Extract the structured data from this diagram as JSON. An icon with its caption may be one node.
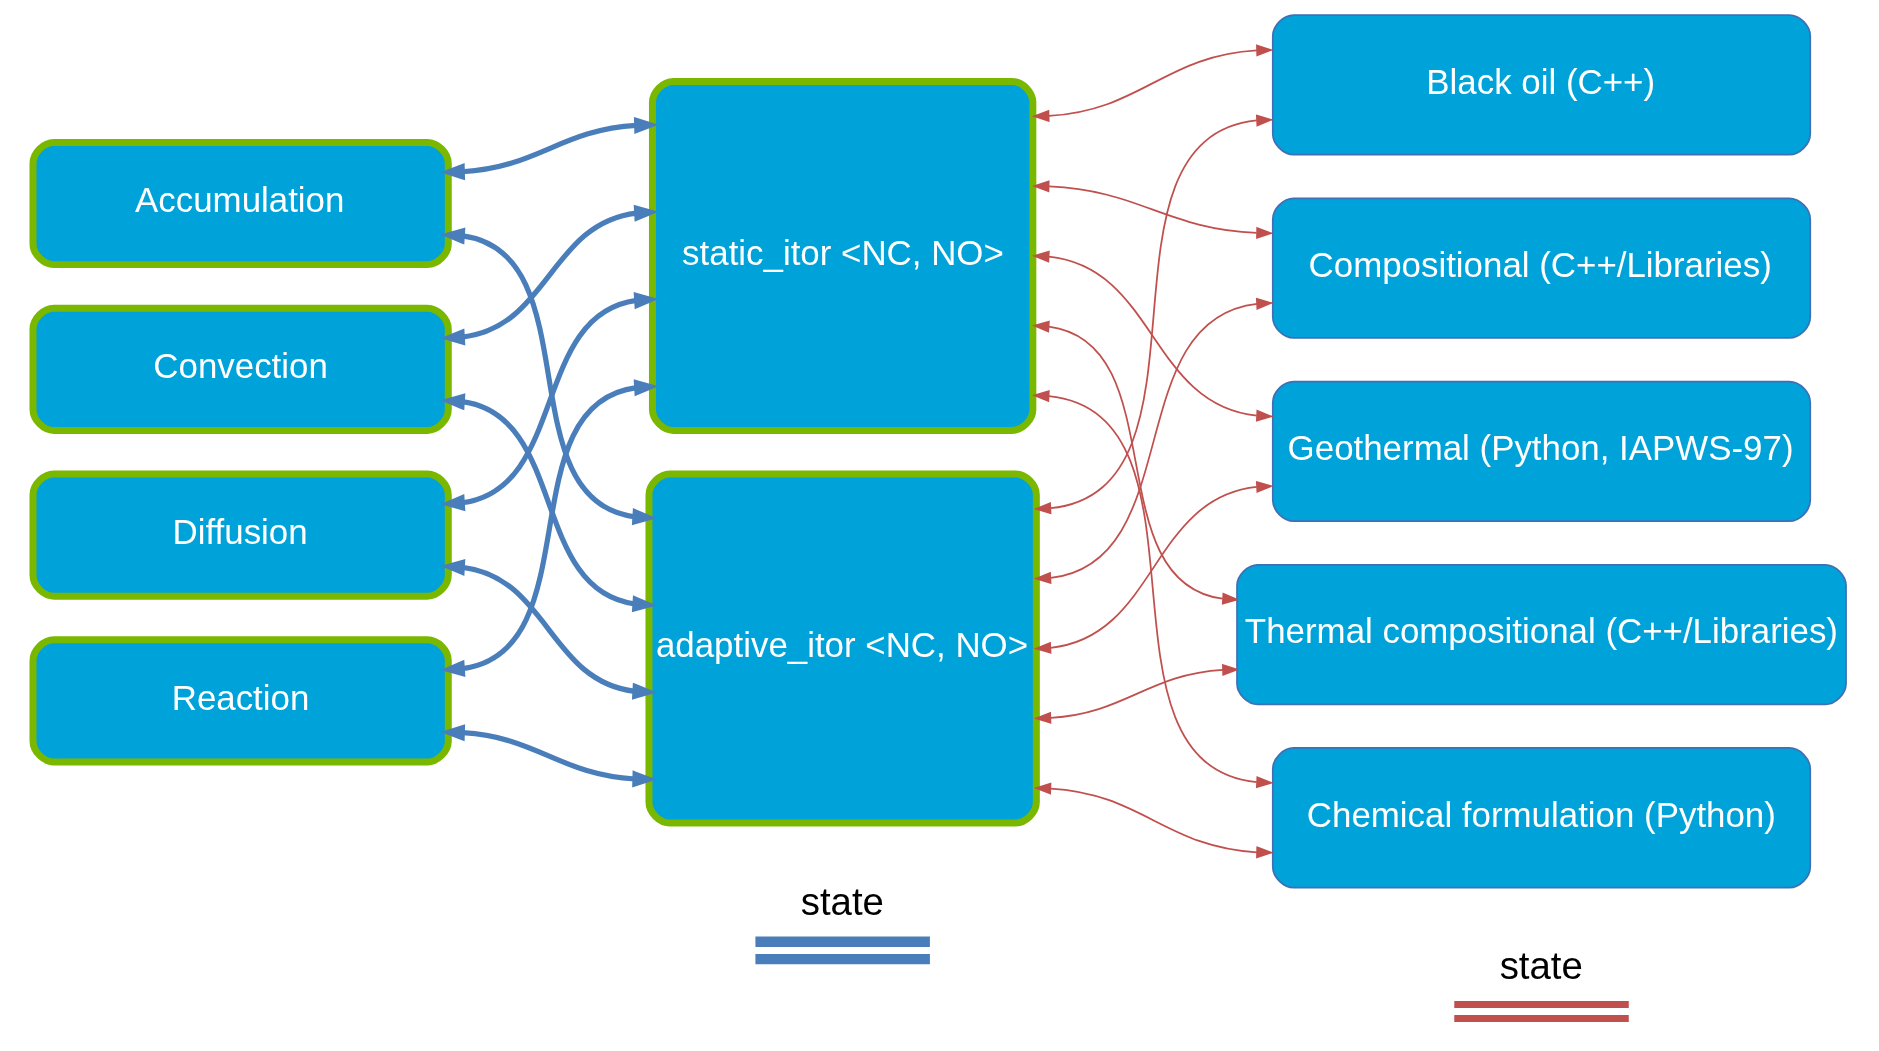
{
  "diagram": {
    "nodes": [
      {
        "text": [
          "Accumulation"
        ]
      },
      {
        "text": [
          "Convection"
        ]
      },
      {
        "text": [
          "Diffusion"
        ]
      },
      {
        "text": [
          "Reaction"
        ]
      },
      {
        "text": [
          "static_itor <NC, NO>"
        ]
      },
      {
        "text": [
          "adaptive_itor <NC, NO>"
        ]
      },
      {
        "text": [
          "Black oil (C++)"
        ]
      },
      {
        "text": [
          "Compositional (C++/Libraries)"
        ]
      },
      {
        "text": [
          "Geothermal (Python, IAPWS-97)"
        ]
      },
      {
        "text": [
          "Thermal compositional (C++/Libraries)"
        ]
      },
      {
        "text": [
          "Chemical formulation (Python)"
        ]
      }
    ],
    "edges": [
      {
        "from": 0,
        "to": 4,
        "arrow": "both",
        "style": "thick",
        "color": "#4a7ebb"
      },
      {
        "from": 1,
        "to": 4,
        "arrow": "both",
        "style": "thick",
        "color": "#4a7ebb"
      },
      {
        "from": 2,
        "to": 4,
        "arrow": "both",
        "style": "thick",
        "color": "#4a7ebb"
      },
      {
        "from": 3,
        "to": 4,
        "arrow": "both",
        "style": "thick",
        "color": "#4a7ebb"
      },
      {
        "from": 0,
        "to": 5,
        "arrow": "both",
        "style": "thick",
        "color": "#4a7ebb"
      },
      {
        "from": 1,
        "to": 5,
        "arrow": "both",
        "style": "thick",
        "color": "#4a7ebb"
      },
      {
        "from": 2,
        "to": 5,
        "arrow": "both",
        "style": "thick",
        "color": "#4a7ebb"
      },
      {
        "from": 3,
        "to": 5,
        "arrow": "both",
        "style": "thick",
        "color": "#4a7ebb"
      },
      {
        "from": 4,
        "to": 6,
        "arrow": "both",
        "color": "#c0504d"
      },
      {
        "from": 4,
        "to": 7,
        "arrow": "both",
        "color": "#c0504d"
      },
      {
        "from": 4,
        "to": 8,
        "arrow": "both",
        "color": "#c0504d"
      },
      {
        "from": 4,
        "to": 9,
        "arrow": "both",
        "color": "#c0504d"
      },
      {
        "from": 4,
        "to": 10,
        "arrow": "both",
        "color": "#c0504d"
      },
      {
        "from": 5,
        "to": 6,
        "arrow": "both",
        "color": "#c0504d"
      },
      {
        "from": 5,
        "to": 7,
        "arrow": "both",
        "color": "#c0504d"
      },
      {
        "from": 5,
        "to": 8,
        "arrow": "both",
        "color": "#c0504d"
      },
      {
        "from": 5,
        "to": 9,
        "arrow": "both",
        "color": "#c0504d"
      },
      {
        "from": 5,
        "to": 10,
        "arrow": "both",
        "color": "#c0504d"
      }
    ],
    "legend": [
      {
        "text": "state"
      },
      {
        "text": "state"
      }
    ]
  }
}
